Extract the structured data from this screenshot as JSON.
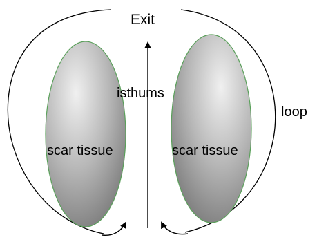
{
  "labels": {
    "exit": "Exit",
    "isthmus": "isthums",
    "loop": "loop",
    "scar_left": "scar tissue",
    "scar_right": "scar tissue"
  },
  "colors": {
    "background": "#ffffff",
    "scar_light": "#ececec",
    "scar_mid": "#b4b4b4",
    "scar_dark": "#6e6e6e",
    "scar_edge": "#5aa05a",
    "stroke": "#000000"
  }
}
